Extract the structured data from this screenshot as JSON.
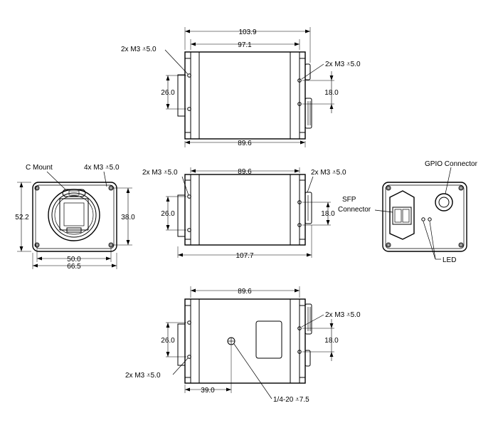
{
  "views": {
    "top": {
      "dim_overall": "103.9",
      "dim_body": "97.1",
      "dim_bottom": "89.6",
      "dim_holes_vertical": "26.0",
      "dim_right_vertical": "18.0",
      "callout_left": "2x M3 ⩡5.0",
      "callout_right": "2x M3 ⩡5.0"
    },
    "front": {
      "label_mount": "C Mount",
      "callout_holes": "4x M3 ⩡5.0",
      "dim_height": "52.2",
      "dim_holes_vertical": "38.0",
      "dim_holes_horizontal": "50.0",
      "dim_width": "66.5"
    },
    "side": {
      "dim_top": "89.6",
      "dim_bottom": "107.7",
      "dim_left_vertical": "26.0",
      "dim_right_vertical": "18.0",
      "callout_left": "2x M3 ⩡5.0",
      "callout_right": "2x M3 ⩡5.0"
    },
    "rear": {
      "label_gpio": "GPIO Connector",
      "label_sfp_line1": "SFP",
      "label_sfp_line2": "Connector",
      "label_led": "LED"
    },
    "bottom": {
      "dim_top": "89.6",
      "dim_left_vertical": "26.0",
      "dim_right_vertical": "18.0",
      "dim_tripod_offset": "39.0",
      "callout_right": "2x M3 ⩡5.0",
      "callout_left": "2x M3 ⩡5.0",
      "callout_tripod": "1/4-20 ⩡7.5"
    }
  }
}
